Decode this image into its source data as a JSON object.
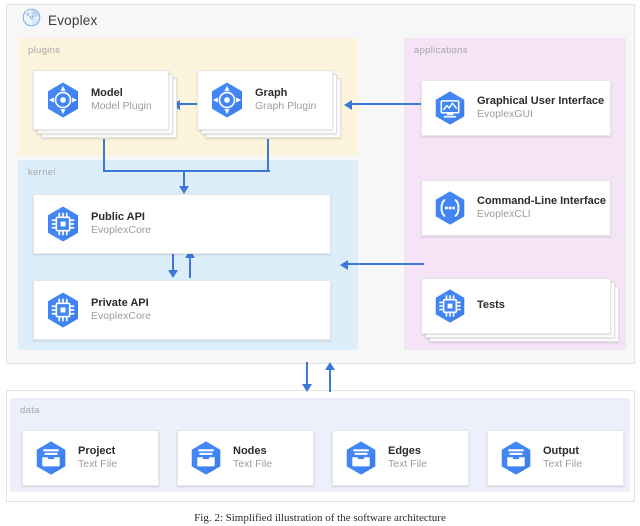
{
  "brand": {
    "title": "Evoplex",
    "logo_icon": "evoplex-circle-logo"
  },
  "panels": {
    "plugins": {
      "label": "plugins",
      "color": "#fdf4dd"
    },
    "applications": {
      "label": "applications",
      "color": "#f4e4f6"
    },
    "kernel": {
      "label": "kernel",
      "color": "#ddeefb"
    },
    "data": {
      "label": "data",
      "color": "#edf0fb"
    }
  },
  "accent_color": "#3c78d8",
  "icon_color": "#4285f4",
  "nodes": {
    "model": {
      "title": "Model",
      "subtitle": "Model Plugin",
      "icon": "target-compass-hex-icon",
      "stacked": true
    },
    "graph": {
      "title": "Graph",
      "subtitle": "Graph Plugin",
      "icon": "target-compass-hex-icon",
      "stacked": true
    },
    "public_api": {
      "title": "Public API",
      "subtitle": "EvoplexCore",
      "icon": "chip-hex-icon",
      "stacked": false
    },
    "private_api": {
      "title": "Private API",
      "subtitle": "EvoplexCore",
      "icon": "chip-hex-icon",
      "stacked": false
    },
    "gui": {
      "title": "Graphical User Interface",
      "subtitle": "EvoplexGUI",
      "icon": "monitor-chart-hex-icon",
      "stacked": false
    },
    "cli": {
      "title": "Command-Line Interface",
      "subtitle": "EvoplexCLI",
      "icon": "terminal-hex-icon",
      "stacked": false
    },
    "tests": {
      "title": "Tests",
      "subtitle": "",
      "icon": "chip-hex-icon",
      "stacked": true
    },
    "project": {
      "title": "Project",
      "subtitle": "Text File",
      "icon": "file-box-hex-icon",
      "stacked": false
    },
    "nodes": {
      "title": "Nodes",
      "subtitle": "Text File",
      "icon": "file-box-hex-icon",
      "stacked": false
    },
    "edges": {
      "title": "Edges",
      "subtitle": "Text File",
      "icon": "file-box-hex-icon",
      "stacked": false
    },
    "output": {
      "title": "Output",
      "subtitle": "Text File",
      "icon": "file-box-hex-icon",
      "stacked": false
    }
  },
  "caption": "Fig. 2: Simplified illustration of the software architecture"
}
